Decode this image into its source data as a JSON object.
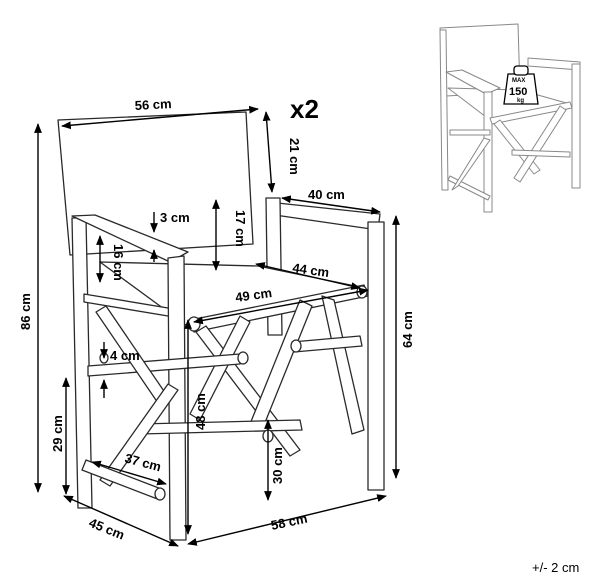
{
  "quantity_label": "x2",
  "tolerance": "+/- 2 cm",
  "dimensions": {
    "backrest_width": "56 cm",
    "backrest_height": "21 cm",
    "seat_depth_top": "40 cm",
    "backrest_gap": "3 cm",
    "back_to_seat": "17 cm",
    "arm_height": "16 cm",
    "seat_width_inner": "44 cm",
    "seat_width": "49 cm",
    "total_height": "86 cm",
    "seat_height_front": "64 cm",
    "stretcher_gap": "4 cm",
    "seat_height_side": "48 cm",
    "foot_height": "29 cm",
    "cross_bar": "37 cm",
    "lower_bar_height": "30 cm",
    "depth": "45 cm",
    "width": "58 cm"
  },
  "load_badge": {
    "line1": "MAX",
    "line2": "150",
    "line3": "kg"
  }
}
